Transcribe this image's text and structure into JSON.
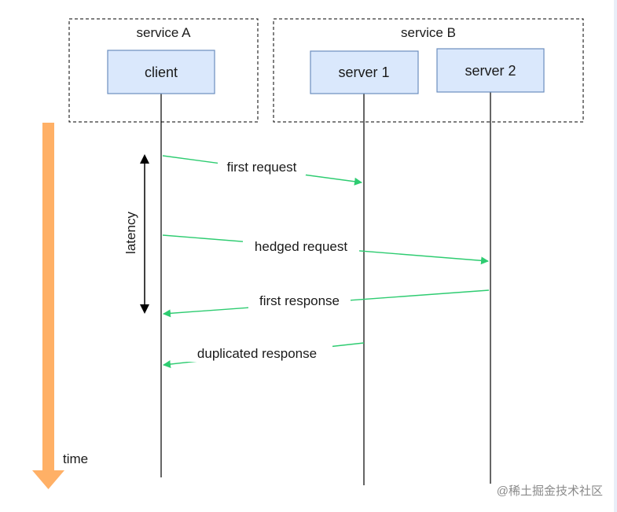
{
  "groups": {
    "service_a": "service A",
    "service_b": "service B"
  },
  "participants": {
    "client": "client",
    "server1": "server 1",
    "server2": "server 2"
  },
  "messages": {
    "first_request": "first request",
    "hedged_request": "hedged request",
    "first_response": "first response",
    "duplicated_response": "duplicated response"
  },
  "labels": {
    "latency": "latency",
    "time": "time"
  },
  "watermark": "@稀土掘金技术社区",
  "colors": {
    "box_fill": "#dae8fc",
    "box_stroke": "#6c8ebf",
    "arrow": "#2ecc71",
    "time_arrow": "#ffb066",
    "text": "#1a1a1a",
    "watermark": "#8a8a8a"
  }
}
